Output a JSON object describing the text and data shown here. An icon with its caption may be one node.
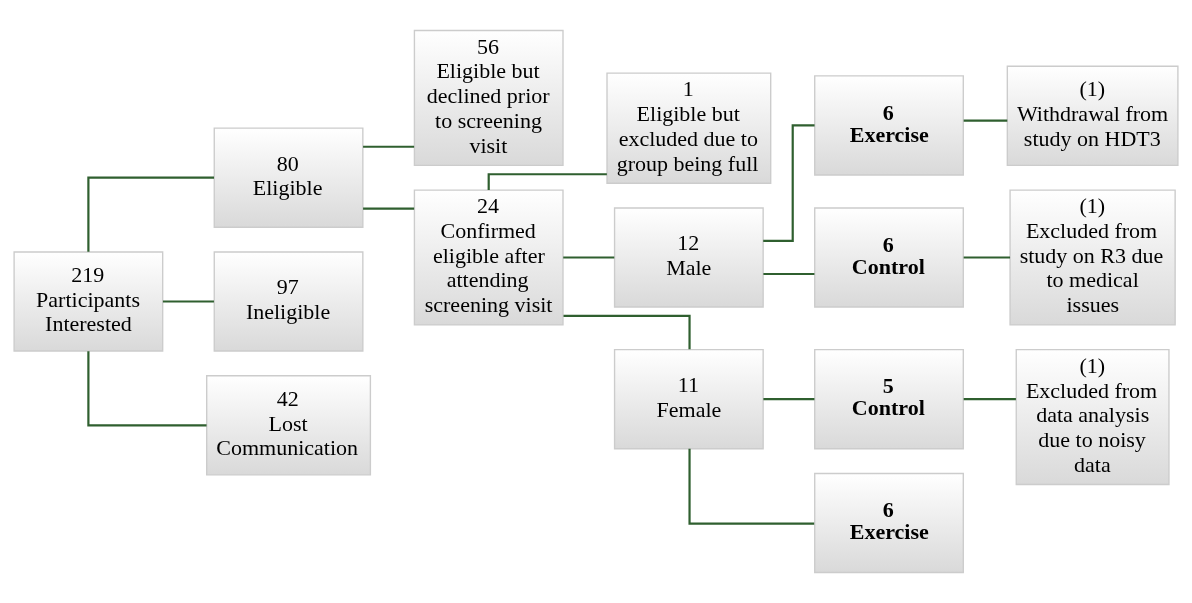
{
  "diagram": {
    "nodes": [
      {
        "text": [
          "219",
          "Participants Interested"
        ]
      },
      {
        "text": [
          "80",
          "Eligible"
        ]
      },
      {
        "text": [
          "97",
          "Ineligible"
        ]
      },
      {
        "text": [
          "42",
          "Lost Communication"
        ]
      },
      {
        "text": [
          "56",
          "Eligible but declined prior to screening visit"
        ]
      },
      {
        "text": [
          "24",
          "Confirmed eligible after attending screening visit"
        ]
      },
      {
        "text": [
          "1",
          "Eligible but excluded due to group being full"
        ]
      },
      {
        "text": [
          "12",
          "Male"
        ]
      },
      {
        "text": [
          "11",
          "Female"
        ]
      },
      {
        "text": [
          "6",
          "Exercise"
        ]
      },
      {
        "text": [
          "6",
          "Control"
        ]
      },
      {
        "text": [
          "5",
          "Control"
        ]
      },
      {
        "text": [
          "6",
          "Exercise"
        ]
      },
      {
        "text": [
          "(1)",
          "Withdrawal from study on HDT3"
        ]
      },
      {
        "text": [
          "(1)",
          "Excluded from study on R3 due to medical issues"
        ]
      },
      {
        "text": [
          "(1)",
          "Excluded from data analysis due to noisy data"
        ]
      }
    ],
    "edges": [
      {
        "from": 0,
        "to": 1,
        "arrow": "none"
      },
      {
        "from": 0,
        "to": 2,
        "arrow": "none"
      },
      {
        "from": 0,
        "to": 3,
        "arrow": "none"
      },
      {
        "from": 1,
        "to": 4,
        "arrow": "none"
      },
      {
        "from": 1,
        "to": 5,
        "arrow": "none"
      },
      {
        "from": 5,
        "to": 6,
        "arrow": "none"
      },
      {
        "from": 5,
        "to": 7,
        "arrow": "none"
      },
      {
        "from": 5,
        "to": 8,
        "arrow": "none"
      },
      {
        "from": 7,
        "to": 9,
        "arrow": "none"
      },
      {
        "from": 7,
        "to": 10,
        "arrow": "none"
      },
      {
        "from": 8,
        "to": 11,
        "arrow": "none"
      },
      {
        "from": 8,
        "to": 12,
        "arrow": "none"
      },
      {
        "from": 9,
        "to": 13,
        "arrow": "none"
      },
      {
        "from": 10,
        "to": 14,
        "arrow": "none"
      },
      {
        "from": 11,
        "to": 15,
        "arrow": "none"
      }
    ]
  }
}
